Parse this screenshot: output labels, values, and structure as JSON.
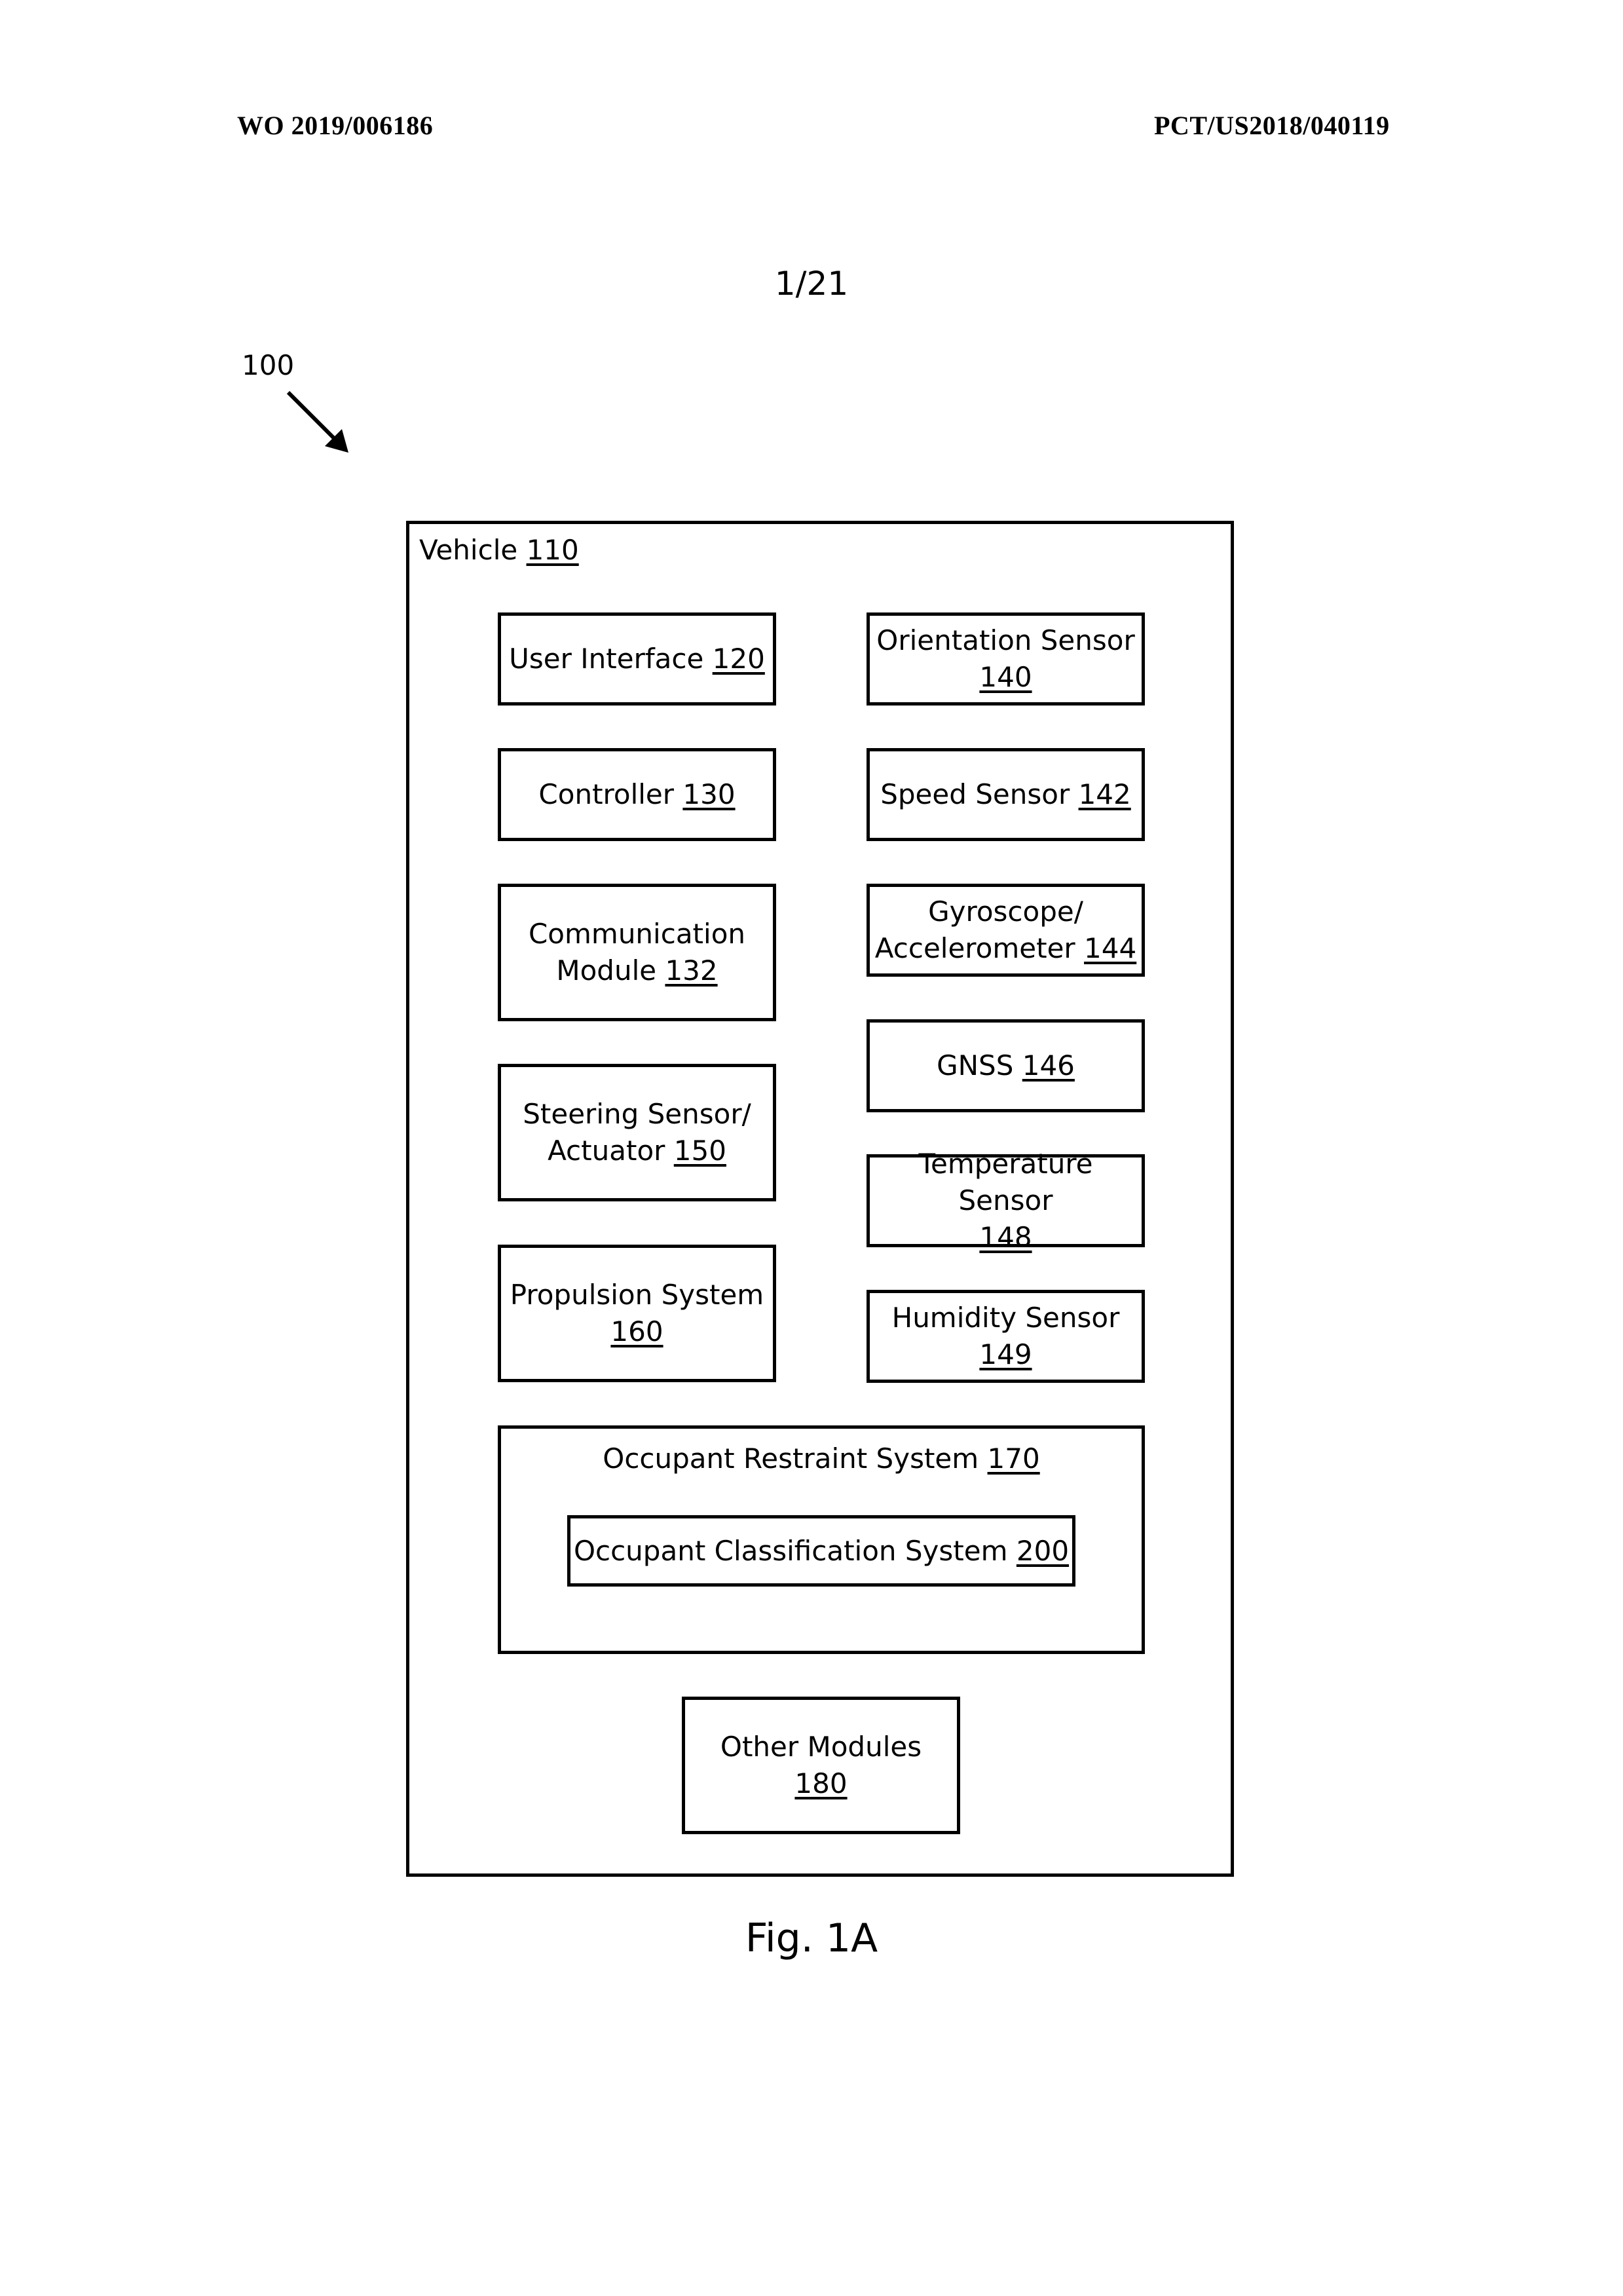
{
  "header": {
    "publication_number": "WO 2019/006186",
    "application_number": "PCT/US2018/040119"
  },
  "sheet_number": "1/21",
  "reference_numeral": "100",
  "vehicle": {
    "label": "Vehicle",
    "num": "110"
  },
  "components": {
    "user_interface": {
      "label": "User Interface",
      "num": "120"
    },
    "controller": {
      "label": "Controller",
      "num": "130"
    },
    "communication_module": {
      "label1": "Communication",
      "label2": "Module",
      "num": "132"
    },
    "steering": {
      "label1": "Steering Sensor/",
      "label2": "Actuator",
      "num": "150"
    },
    "propulsion": {
      "label": "Propulsion System",
      "num": "160"
    },
    "orientation": {
      "label": "Orientation Sensor",
      "num": "140"
    },
    "speed": {
      "label": "Speed Sensor",
      "num": "142"
    },
    "gyroscope": {
      "label1": "Gyroscope/",
      "label2": "Accelerometer",
      "num": "144"
    },
    "gnss": {
      "label": "GNSS",
      "num": "146"
    },
    "temperature": {
      "label": "Temperature Sensor",
      "num": "148"
    },
    "humidity": {
      "label": "Humidity Sensor",
      "num": "149"
    },
    "occupant_restraint": {
      "label": "Occupant Restraint System",
      "num": "170"
    },
    "occupant_classification": {
      "label": "Occupant Classification System",
      "num": "200"
    },
    "other_modules": {
      "label": "Other Modules",
      "num": "180"
    }
  },
  "caption": "Fig. 1A"
}
